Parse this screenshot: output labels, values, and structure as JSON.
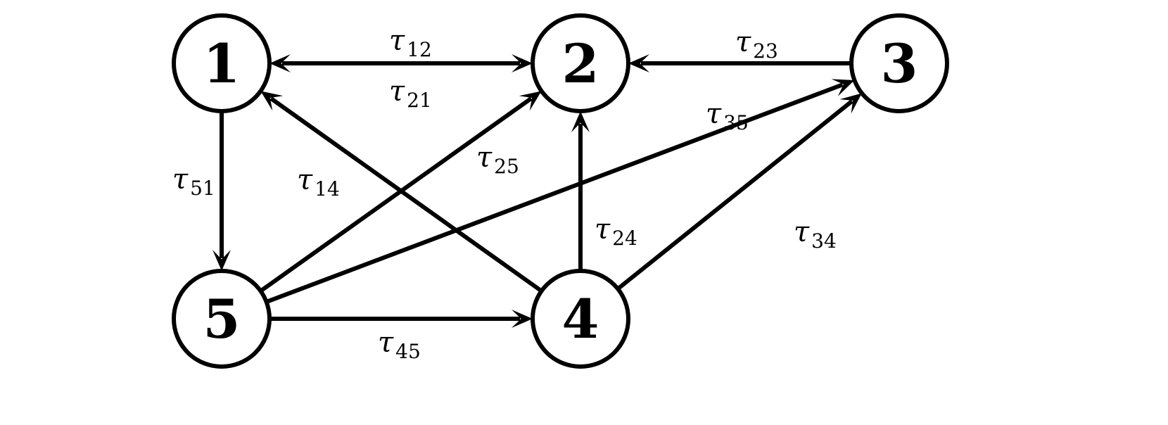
{
  "nodes": [
    {
      "id": "1",
      "label": "1"
    },
    {
      "id": "2",
      "label": "2"
    },
    {
      "id": "3",
      "label": "3"
    },
    {
      "id": "4",
      "label": "4"
    },
    {
      "id": "5",
      "label": "5"
    }
  ],
  "edges": [
    {
      "id": "e12",
      "from": "1",
      "to": "2",
      "symbol": "τ",
      "subscript": "12",
      "arrow_start": true,
      "arrow_end": true
    },
    {
      "id": "e21",
      "symbol": "τ",
      "subscript": "21"
    },
    {
      "id": "e23",
      "from": "3",
      "to": "2",
      "symbol": "τ",
      "subscript": "23",
      "arrow_start": false,
      "arrow_end": true
    },
    {
      "id": "e51",
      "from": "1",
      "to": "5",
      "symbol": "τ",
      "subscript": "51",
      "arrow_start": false,
      "arrow_end": true
    },
    {
      "id": "e14",
      "from": "4",
      "to": "1",
      "symbol": "τ",
      "subscript": "14",
      "arrow_start": false,
      "arrow_end": true
    },
    {
      "id": "e25",
      "from": "5",
      "to": "2",
      "symbol": "τ",
      "subscript": "25",
      "arrow_start": false,
      "arrow_end": true
    },
    {
      "id": "e35",
      "from": "5",
      "to": "3",
      "symbol": "τ",
      "subscript": "35",
      "arrow_start": false,
      "arrow_end": true
    },
    {
      "id": "e24",
      "from": "4",
      "to": "2",
      "symbol": "τ",
      "subscript": "24",
      "arrow_start": false,
      "arrow_end": true
    },
    {
      "id": "e34",
      "from": "4",
      "to": "3",
      "symbol": "τ",
      "subscript": "34",
      "arrow_start": false,
      "arrow_end": true
    },
    {
      "id": "e45",
      "from": "5",
      "to": "4",
      "symbol": "τ",
      "subscript": "45",
      "arrow_start": false,
      "arrow_end": true
    }
  ]
}
